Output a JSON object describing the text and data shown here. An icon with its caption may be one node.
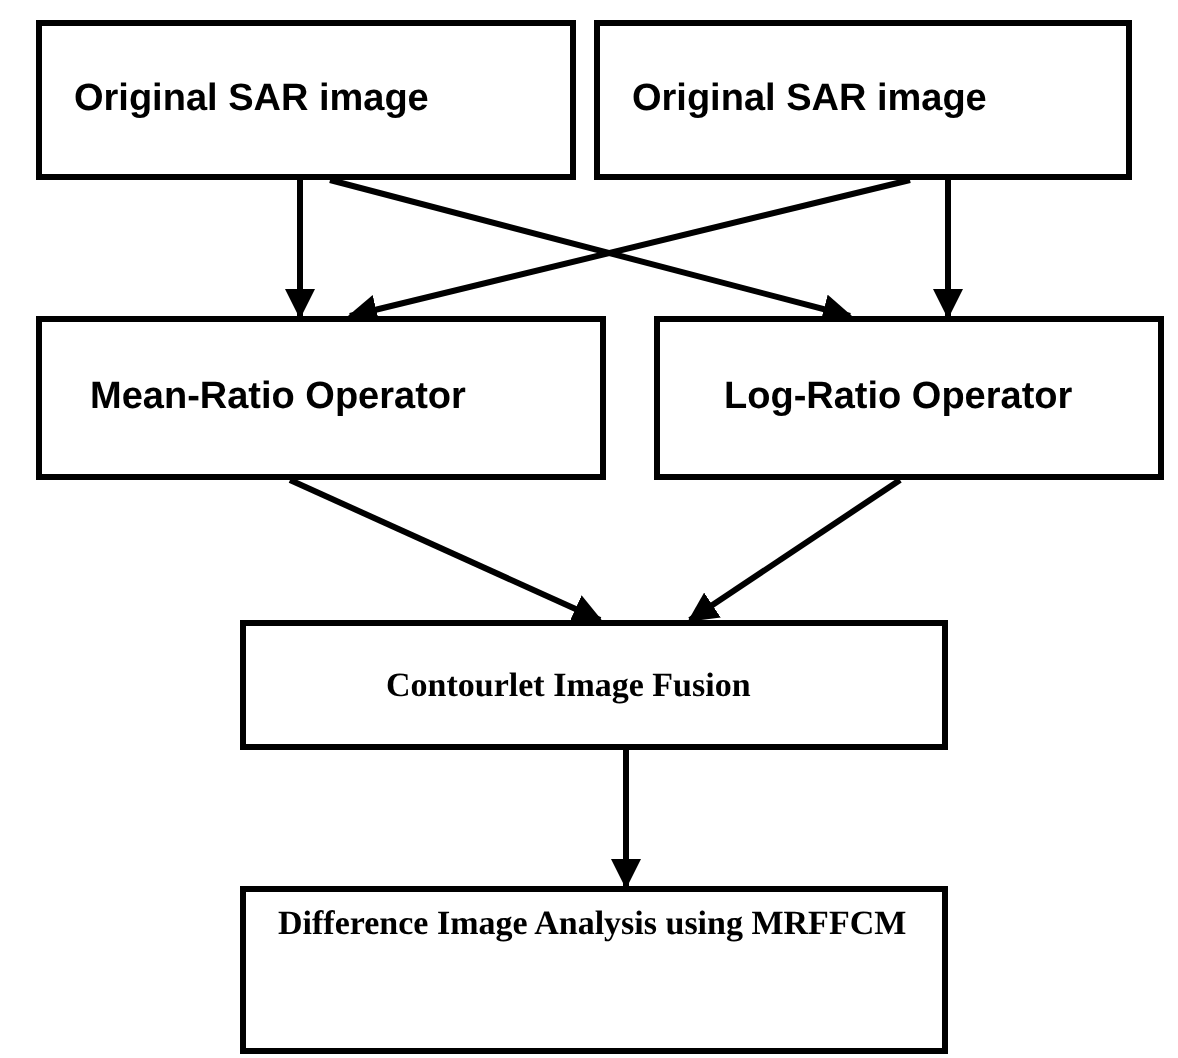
{
  "diagram": {
    "nodes": [
      {
        "text": [
          "Original SAR image"
        ]
      },
      {
        "text": [
          "Original SAR image"
        ]
      },
      {
        "text": [
          "Mean-Ratio Operator"
        ]
      },
      {
        "text": [
          "Log-Ratio Operator"
        ]
      },
      {
        "text": [
          "Contourlet Image Fusion"
        ]
      },
      {
        "text": [
          "Difference Image Analysis using MRFFCM"
        ]
      }
    ],
    "edges": [
      {
        "from": 0,
        "to": 2,
        "arrow": "to"
      },
      {
        "from": 0,
        "to": 3,
        "arrow": "to"
      },
      {
        "from": 1,
        "to": 2,
        "arrow": "to"
      },
      {
        "from": 1,
        "to": 3,
        "arrow": "to"
      },
      {
        "from": 2,
        "to": 4,
        "arrow": "to"
      },
      {
        "from": 3,
        "to": 4,
        "arrow": "to"
      },
      {
        "from": 4,
        "to": 5,
        "arrow": "to"
      }
    ]
  }
}
